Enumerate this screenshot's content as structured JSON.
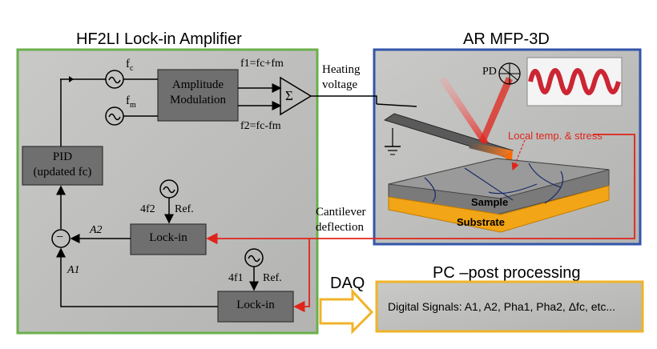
{
  "lockin": {
    "title": "HF2LI Lock-in Amplifier",
    "fc": "f",
    "fc_sub": "c",
    "fm": "f",
    "fm_sub": "m",
    "am_line1": "Amplitude",
    "am_line2": "Modulation",
    "sigma": "Σ",
    "f1_eq": "f1=fc+fm",
    "f2_eq": "f2=fc-fm",
    "pid_line1": "PID",
    "pid_line2": "(updated fc)",
    "lockin_label": "Lock-in",
    "ref": "Ref.",
    "four_f2": "4f2",
    "four_f1": "4f1",
    "a2": "A2",
    "a1": "A1",
    "minus": "−"
  },
  "afm": {
    "title": "AR MFP-3D",
    "pd": "PD",
    "local": "Local temp. & stress",
    "sample": "Sample",
    "substrate": "Substrate"
  },
  "signals": {
    "heating_line1": "Heating",
    "heating_line2": "voltage",
    "cantilever_line1": "Cantilever",
    "cantilever_line2": "deflection",
    "daq": "DAQ"
  },
  "pc": {
    "title": "PC –post processing",
    "digital": "Digital Signals: A1, A2, Pha1, Pha2, Δfc, etc..."
  },
  "colors": {
    "green": "#6ab04c",
    "blue": "#3355aa",
    "orange": "#f0b429",
    "red": "#e0241b",
    "panel": "#bdbdbb",
    "box": "#6f6f6f"
  }
}
